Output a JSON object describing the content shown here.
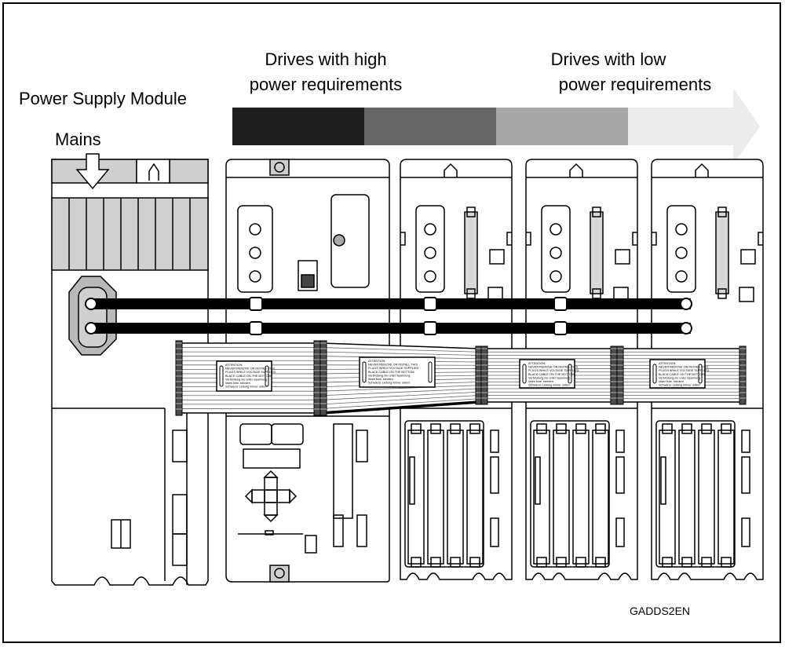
{
  "labels": {
    "high": [
      "Drives with high",
      "power requirements"
    ],
    "low": [
      "Drives with low",
      "power requirements"
    ],
    "psu": "Power Supply Module",
    "mains": "Mains",
    "code": "GADDS2EN"
  },
  "gradient_colors": [
    "#1e1e1e",
    "#666666",
    "#a8a8a8",
    "#ececec"
  ],
  "module_count": 5,
  "warning_label_lines": [
    "ATTENTION:",
    "NEVER REMOVE OR INSTALL THIS",
    "PLUGS WHILE VOLTAGE SUPPLIED.",
    "BLACK CABLE ON THE BOTTOM.",
    "Verbindung nie unter Spannung",
    "lösen bzw. stecken.",
    "Schwarze Leitung immer unten!"
  ]
}
